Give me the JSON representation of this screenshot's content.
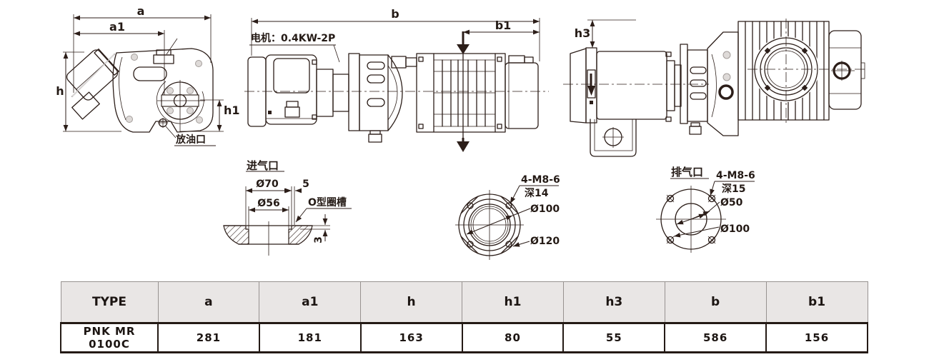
{
  "colors": {
    "line": "#2c1e19",
    "gray_bolt": "#a39d9a",
    "table_header_bg": "#e9e6e5",
    "table_border_dark": "#241a15"
  },
  "views": {
    "side": {
      "dim_a": "a",
      "dim_a1": "a1",
      "dim_h": "h",
      "dim_h1": "h1",
      "drain_label": "放油口"
    },
    "front": {
      "motor_label": "电机：0.4KW-2P",
      "dim_b": "b",
      "dim_b1": "b1"
    },
    "top": {
      "dim_h3": "h3"
    }
  },
  "details": {
    "inlet": {
      "title": "进气口",
      "dia_outer": "Ø70",
      "groove_width": "5",
      "dia_inner": "Ø56",
      "oring_label": "O型圈槽",
      "groove_depth": "3"
    },
    "flange": {
      "bolt_spec": "4-M8-6",
      "depth_spec": "深14",
      "dia_bolt_circle": "Ø100",
      "dia_outer": "Ø120"
    },
    "outlet": {
      "title": "排气口",
      "bolt_spec": "4-M8-6",
      "depth_spec": "深15",
      "dia_inner": "Ø50",
      "dia_bolt_circle": "Ø100"
    }
  },
  "table": {
    "headers": [
      "TYPE",
      "a",
      "a1",
      "h",
      "h1",
      "h3",
      "b",
      "b1"
    ],
    "rows": [
      [
        "PNK MR 0100C",
        "281",
        "181",
        "163",
        "80",
        "55",
        "586",
        "156"
      ]
    ]
  }
}
